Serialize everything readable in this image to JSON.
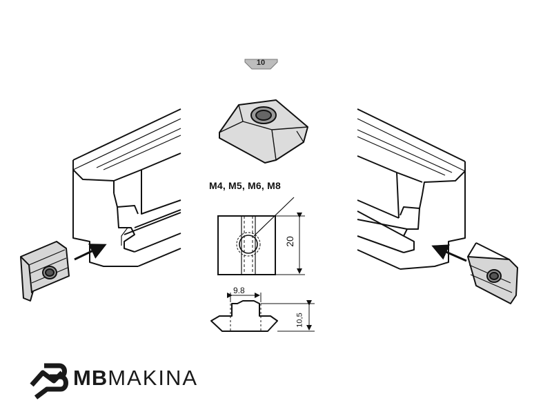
{
  "diagram": {
    "slot_width_label": "10",
    "thread_sizes_label": "M4, M5, M6, M8",
    "dimensions": {
      "height": "20",
      "width": "9.8",
      "depth": "10,5"
    }
  },
  "brand": {
    "name_bold": "MB",
    "name_regular": "MAKINA"
  },
  "colors": {
    "line": "#111111",
    "nut_fill": "#c9c9c9",
    "badge_fill": "#bdbdbd",
    "background": "#ffffff"
  }
}
